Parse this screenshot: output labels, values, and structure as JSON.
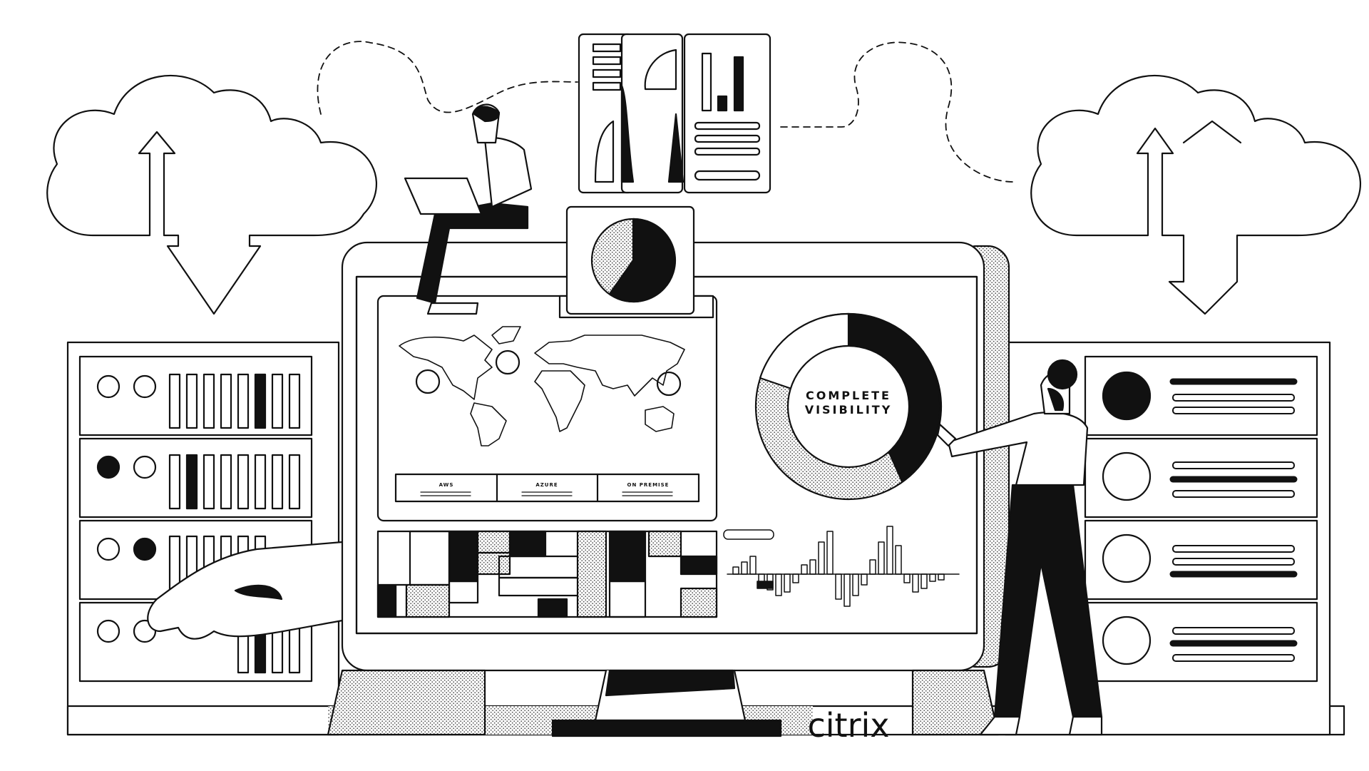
{
  "illustration": {
    "donut_text": {
      "line1": "COMPLETE",
      "line2": "VISIBILITY"
    },
    "map_legend": [
      "AWS",
      "AZURE",
      "ON PREMISE"
    ],
    "brand": "citrix",
    "icons": [
      "cloud-upload-download-icon",
      "cloud-upload-download-icon",
      "world-map-icon",
      "donut-chart-icon",
      "pie-chart-icon",
      "bar-chart-icon",
      "server-rack-icon"
    ]
  },
  "colors": {
    "ink": "#111111",
    "paper": "#ffffff",
    "shade": "#c9c9c9"
  }
}
